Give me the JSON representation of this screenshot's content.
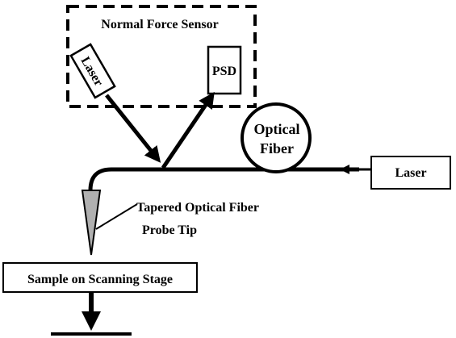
{
  "sensor_box": {
    "title": "Normal Force Sensor"
  },
  "sensor_laser": {
    "label": "Laser"
  },
  "psd": {
    "label": "PSD"
  },
  "fiber_loop": {
    "line1": "Optical",
    "line2": "Fiber"
  },
  "source_laser": {
    "label": "Laser"
  },
  "probe_tip": {
    "line1": "Tapered Optical Fiber",
    "line2": "Probe Tip"
  },
  "stage": {
    "label": "Sample on Scanning Stage"
  },
  "colors": {
    "line": "#000000",
    "tip_fill": "#b0b0b0",
    "background": "#ffffff"
  }
}
